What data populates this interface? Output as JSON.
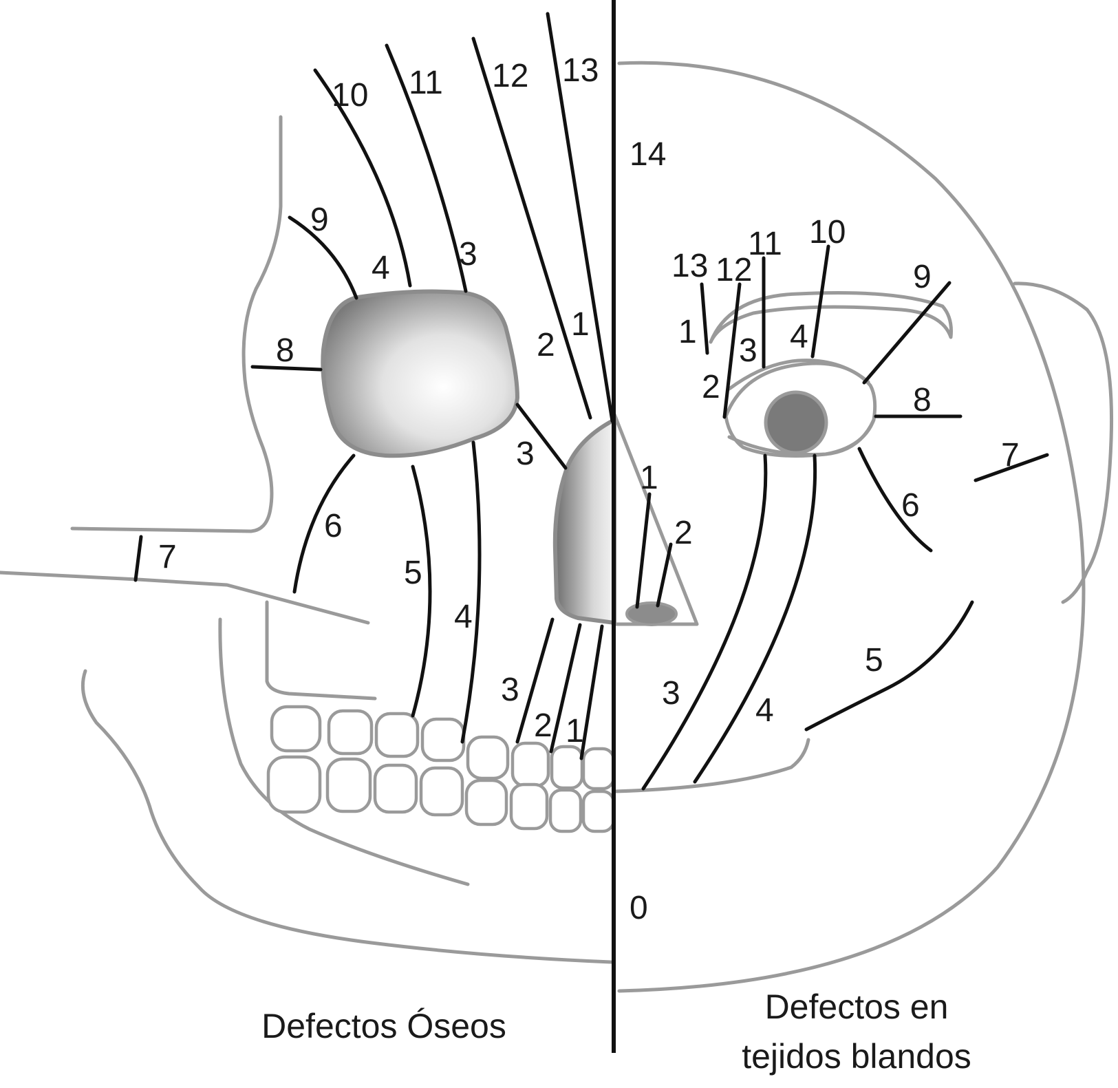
{
  "captions": {
    "left": "Defectos Óseos",
    "right_line1": "Defectos en",
    "right_line2": "tejidos blandos"
  },
  "bone_labels": {
    "c10": "10",
    "c11": "11",
    "c12": "12",
    "c13": "13",
    "c14": "14",
    "c9": "9",
    "c8": "8",
    "c7": "7",
    "c6": "6",
    "c5": "5",
    "c4_orbit": "4",
    "c3_orbit": "3",
    "c2_nose": "2",
    "c1_nose": "1",
    "c3_nose": "3",
    "c4_maxilla": "4",
    "c3_teeth": "3",
    "c2_teeth": "2",
    "c1_teeth": "1",
    "c0": "0"
  },
  "soft_labels": {
    "c13": "13",
    "c12": "12",
    "c11": "11",
    "c10": "10",
    "c9": "9",
    "c1_brow": "1",
    "c3_brow": "3",
    "c4_brow": "4",
    "c2_brow": "2",
    "c8": "8",
    "c7": "7",
    "c6": "6",
    "c1_nose": "1",
    "c2_nose": "2",
    "c3_lip": "3",
    "c4_lip": "4",
    "c5": "5"
  },
  "colors": {
    "outline": "#9a9a9a",
    "cleft_line": "#111111",
    "text": "#1a1a1a"
  }
}
